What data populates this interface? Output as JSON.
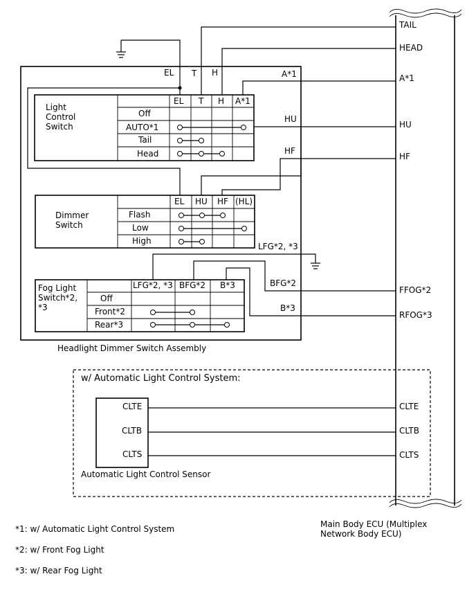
{
  "ecu": {
    "name": "Main Body ECU (Multiplex Network Body ECU)",
    "name_line1": "Main Body ECU (Multiplex",
    "name_line2": "Network Body ECU)",
    "pins": [
      "TAIL",
      "HEAD",
      "A*1",
      "HU",
      "HF",
      "FFOG*2",
      "RFOG*3",
      "CLTE",
      "CLTB",
      "CLTS"
    ]
  },
  "assembly": {
    "name": "Headlight Dimmer Switch Assembly",
    "wire_labels": {
      "el": "EL",
      "t": "T",
      "h": "H",
      "a1": "A*1",
      "hu": "HU",
      "hf": "HF",
      "lfg": "LFG*2, *3",
      "bfg": "BFG*2",
      "b3": "B*3"
    }
  },
  "light_control_switch": {
    "title_lines": [
      "Light",
      "Control",
      "Switch"
    ],
    "columns": [
      "EL",
      "T",
      "H",
      "A*1"
    ],
    "rows": [
      "Off",
      "AUTO*1",
      "Tail",
      "Head"
    ]
  },
  "dimmer_switch": {
    "title_lines": [
      "Dimmer",
      "Switch"
    ],
    "columns": [
      "EL",
      "HU",
      "HF",
      "(HL)"
    ],
    "rows": [
      "Flash",
      "Low",
      "High"
    ]
  },
  "fog_light_switch": {
    "title_lines": [
      "Fog Light",
      "Switch*2,",
      "*3"
    ],
    "columns": [
      "LFG*2, *3",
      "BFG*2",
      "B*3"
    ],
    "rows": [
      "Off",
      "Front*2",
      "Rear*3"
    ]
  },
  "auto_light": {
    "section_title": "w/ Automatic Light Control System:",
    "sensor_name": "Automatic Light Control Sensor",
    "pins": [
      "CLTE",
      "CLTB",
      "CLTS"
    ]
  },
  "notes": [
    "*1: w/ Automatic Light Control System",
    "*2: w/ Front Fog Light",
    "*3: w/ Rear Fog Light"
  ]
}
